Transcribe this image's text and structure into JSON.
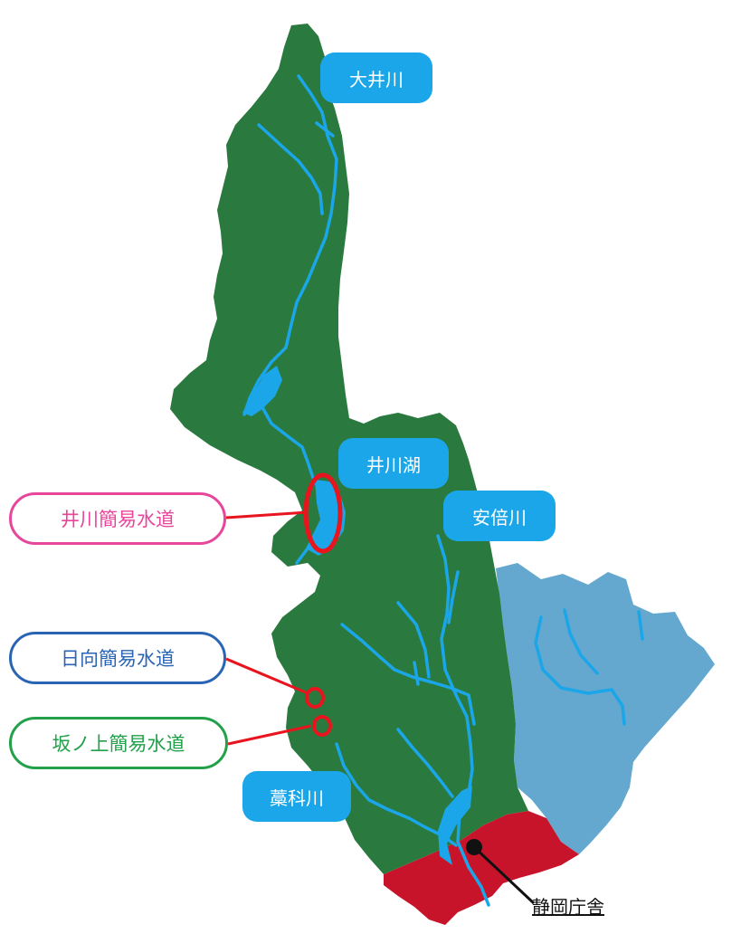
{
  "rivers": {
    "oi": "大井川",
    "abe": "安倍川",
    "warashina": "藁科川"
  },
  "lake": "井川湖",
  "water_systems": {
    "ikawa": "井川簡易水道",
    "hinata": "日向簡易水道",
    "sakanoue": "坂ノ上簡易水道"
  },
  "office": "静岡庁舎",
  "colors": {
    "region_main": "#2a7a3f",
    "region_east": "#64a8cf",
    "region_south": "#c8142a",
    "river": "#1aa6e8",
    "ikawa": "#e8469b",
    "hinata": "#2a64b4",
    "sakanoue": "#22a04a",
    "marker": "#e8141e"
  }
}
